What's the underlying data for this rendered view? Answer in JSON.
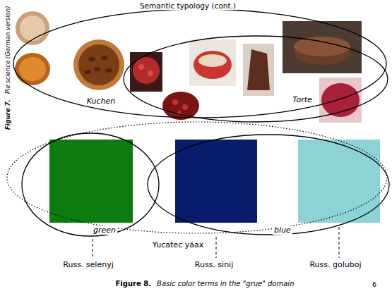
{
  "diagram": {
    "title": "Semantic typology (cont.)",
    "caption": "Basic color terms in the \"grue\" domain",
    "nodes": [
      {
        "text": [
          "Kuchen"
        ]
      },
      {
        "text": [
          "Torte"
        ],
        "in": 0
      },
      {
        "text": [
          "Yucatec yáax"
        ]
      },
      {
        "text": [
          "green"
        ],
        "in": 2
      },
      {
        "text": [
          "blue"
        ],
        "in": 2
      }
    ],
    "labels": [
      "Figure 7.",
      "Pie science (German version)",
      "Figure 8.",
      "Russ. selenyj",
      "Russ. sinij",
      "Russ. goluboj",
      "6"
    ]
  }
}
